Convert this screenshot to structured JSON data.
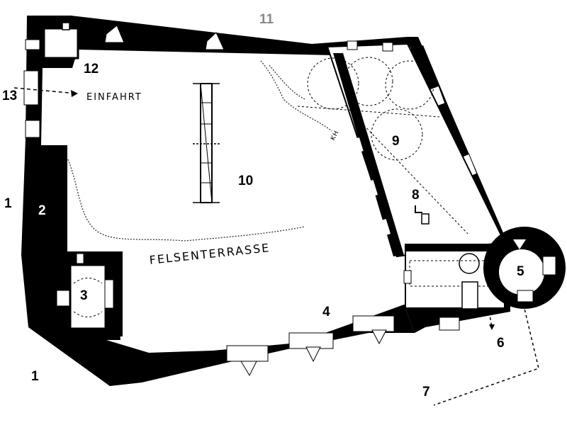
{
  "numbers": {
    "n1_left": "1",
    "n1_bottom": "1",
    "n2": "2",
    "n3": "3",
    "n4": "4",
    "n5": "5",
    "n6": "6",
    "n7": "7",
    "n8": "8",
    "n9": "9",
    "n10": "10",
    "n11": "11",
    "n12": "12",
    "n13": "13"
  },
  "labels": {
    "entrance": "Einfahrt",
    "rock_terrace": "FELSENTERRASSE",
    "kh": "KH"
  },
  "colors": {
    "wall": "#000000",
    "paper": "#ffffff",
    "muted_number": "#8a8a8a"
  }
}
